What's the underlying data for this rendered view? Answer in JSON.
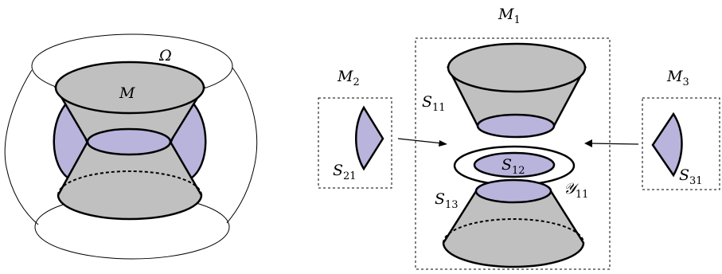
{
  "colors": {
    "surface_grey": "#c0c0c0",
    "boundary_lavender": "#b8b4dc",
    "stroke": "#000000"
  },
  "labels": {
    "omega": "Ω",
    "M": "M",
    "M1": {
      "base": "M",
      "sub": "1"
    },
    "M2": {
      "base": "M",
      "sub": "2"
    },
    "M3": {
      "base": "M",
      "sub": "3"
    },
    "S11": {
      "base": "S",
      "sub": "11"
    },
    "S12": {
      "base": "S",
      "sub": "12"
    },
    "S13": {
      "base": "S",
      "sub": "13"
    },
    "S21": {
      "base": "S",
      "sub": "21"
    },
    "S31": {
      "base": "S",
      "sub": "31"
    },
    "Y11": {
      "base": "𝒴",
      "sub": "11"
    }
  }
}
